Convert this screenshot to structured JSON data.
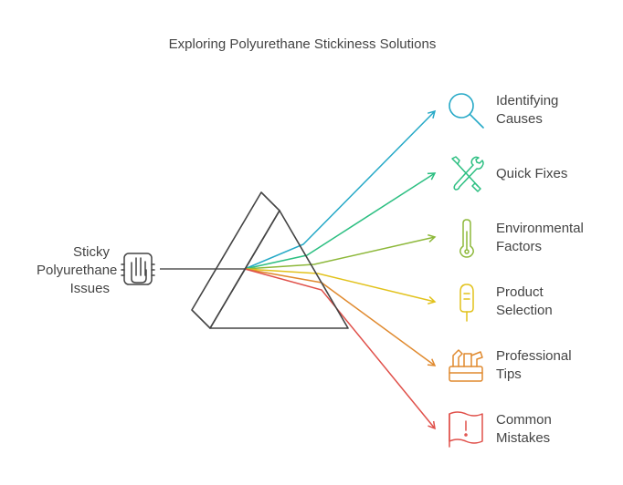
{
  "title": "Exploring Polyurethane Stickiness Solutions",
  "input": {
    "line1": "Sticky",
    "line2": "Polyurethane",
    "line3": "Issues",
    "icon": "hand-icon"
  },
  "outputs": [
    {
      "line1": "Identifying",
      "line2": "Causes",
      "icon": "magnifier-icon",
      "color": "#26a9c7"
    },
    {
      "line1": "Quick Fixes",
      "line2": "",
      "icon": "tools-icon",
      "color": "#2dbf82"
    },
    {
      "line1": "Environmental",
      "line2": "Factors",
      "icon": "thermometer-icon",
      "color": "#8db83a"
    },
    {
      "line1": "Product",
      "line2": "Selection",
      "icon": "bottle-icon",
      "color": "#e2c21c"
    },
    {
      "line1": "Professional",
      "line2": "Tips",
      "icon": "toolbox-icon",
      "color": "#e08a2f"
    },
    {
      "line1": "Common",
      "line2": "Mistakes",
      "icon": "flag-icon",
      "color": "#e0504a"
    }
  ]
}
